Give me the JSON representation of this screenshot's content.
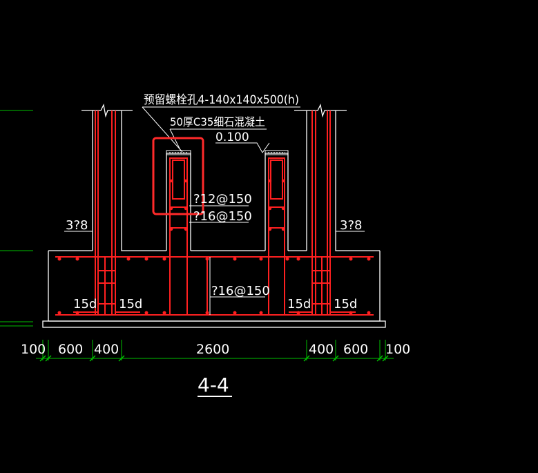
{
  "drawing": {
    "title": "4-4",
    "notes": {
      "anchor_hole": "预留螺栓孔4-140x140x500(h)",
      "topping": "50厚C35细石混凝土",
      "elevation": "0.100",
      "stirrup_left": "3?8",
      "stirrup_right": "3?8",
      "pier_bar_1": "?12@150",
      "pier_bar_2": "?16@150",
      "base_bar": "?16@150",
      "anchor_l1": "15d",
      "anchor_l2": "15d",
      "anchor_r1": "15d",
      "anchor_r2": "15d"
    },
    "dimensions": [
      "100",
      "600",
      "400",
      "2600",
      "400",
      "600",
      "100"
    ]
  },
  "colors": {
    "background": "#000000",
    "outline": "#ffffff",
    "rebar": "#ff2020",
    "dimension": "#00c000",
    "highlight": "#ff2a2a"
  }
}
